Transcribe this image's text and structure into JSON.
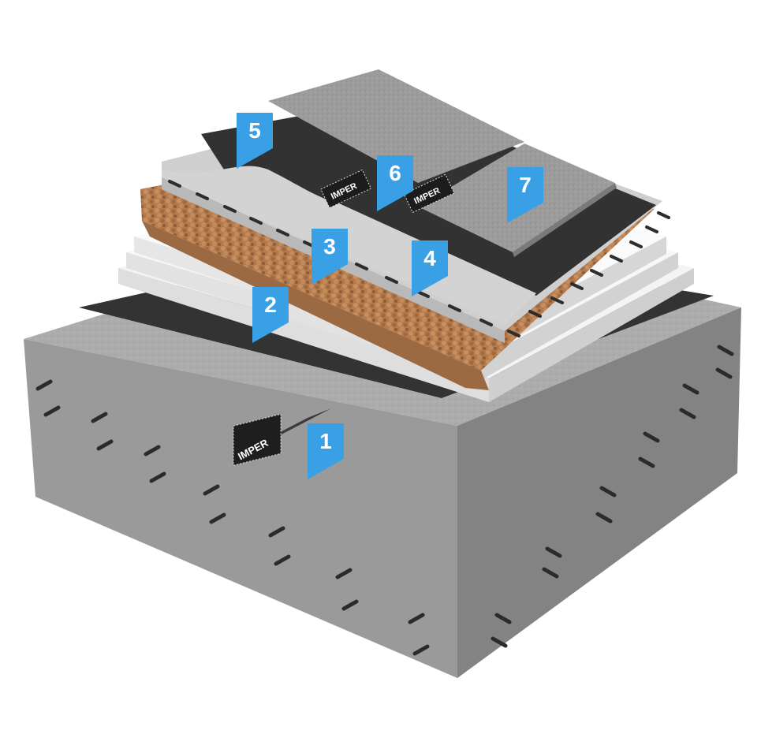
{
  "layers": [
    {
      "number": "1",
      "color": "#3aa0e6"
    },
    {
      "number": "2",
      "color": "#3aa0e6"
    },
    {
      "number": "3",
      "color": "#3aa0e6"
    },
    {
      "number": "4",
      "color": "#3aa0e6"
    },
    {
      "number": "5",
      "color": "#3aa0e6"
    },
    {
      "number": "6",
      "color": "#3aa0e6"
    },
    {
      "number": "7",
      "color": "#3aa0e6"
    }
  ],
  "brand_mark": "IMPER",
  "colors": {
    "concrete": "#a9a9a9",
    "membrane": "#303030",
    "insulation": "#f0f0f0",
    "gravel": "#b97d4f",
    "tile": "#9a9a9a"
  }
}
